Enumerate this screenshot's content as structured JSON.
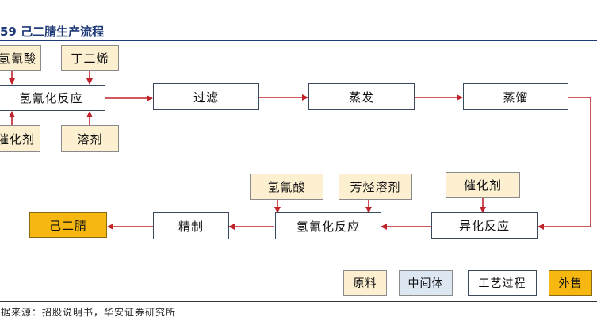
{
  "title": "59  己二腈生产流程",
  "source": "数据来源：招股说明书，华安证券研究所",
  "colors": {
    "raw_material": "#fdf0d1",
    "process": "#ffffff",
    "intermediate": "#dde7f2",
    "outsale": "#f6b810",
    "arrow": "#c0222a",
    "title": "#1f3a78"
  },
  "nodes": {
    "hcn_top": "氢氰酸",
    "butadiene": "丁二烯",
    "hydrocyanation_1": "氢氰化反应",
    "catalyst_top": "催化剂",
    "solvent_top": "溶剂",
    "filtration": "过滤",
    "evaporation": "蒸发",
    "distillation": "蒸馏",
    "hcn_bottom": "氢氰酸",
    "aromatic_solvent": "芳烃溶剂",
    "catalyst_bottom": "催化剂",
    "isomerization": "异化反应",
    "hydrocyanation_2": "氢氰化反应",
    "refining": "精制",
    "adiponitrile": "己二腈"
  },
  "legend": {
    "raw": "原料",
    "intermediate": "中间体",
    "process": "工艺过程",
    "outsale": "外售"
  }
}
